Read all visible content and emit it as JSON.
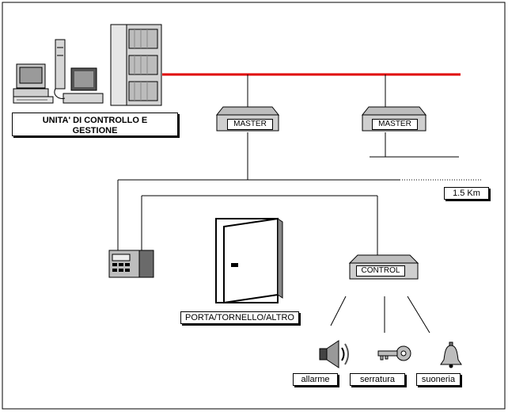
{
  "colors": {
    "backbone": "#e00000",
    "line": "#000000",
    "device": "#c8c8c8"
  },
  "labels": {
    "control_unit": "UNITA' DI CONTROLLO E GESTIONE",
    "master_1": "MASTER",
    "master_2": "MASTER",
    "distance": "1.5 Km",
    "control": "CONTROL",
    "door": "PORTA/TORNELLO/ALTRO",
    "alarm": "allarme",
    "lock": "serratura",
    "bell": "suoneria"
  },
  "icons": [
    "computer-icon",
    "server-tower-icon",
    "rack-server-icon",
    "master-unit-icon",
    "badge-reader-icon",
    "door-icon",
    "control-unit-icon",
    "speaker-icon",
    "key-icon",
    "bell-icon"
  ]
}
